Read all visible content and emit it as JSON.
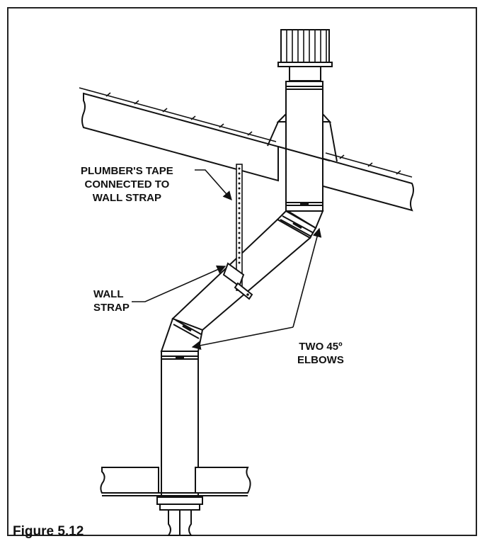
{
  "labels": {
    "plumbers_tape": [
      "PLUMBER'S TAPE",
      "CONNECTED TO",
      "WALL STRAP"
    ],
    "wall_strap": [
      "WALL",
      "STRAP"
    ],
    "elbows": [
      "TWO 45º",
      "ELBOWS"
    ]
  },
  "caption": "Figure 5.12",
  "colors": {
    "line": "#111111",
    "background": "#ffffff",
    "frame": "#222222"
  }
}
